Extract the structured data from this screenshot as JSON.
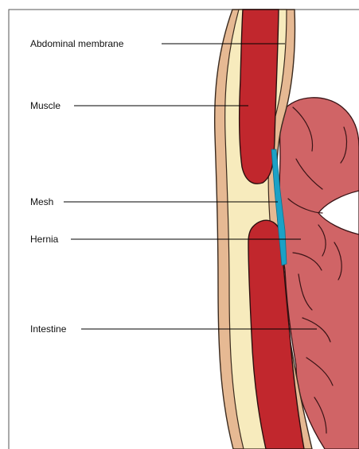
{
  "labels": {
    "abdominal_membrane": "Abdominal membrane",
    "muscle": "Muscle",
    "mesh": "Mesh",
    "hernia": "Hernia",
    "intestine": "Intestine"
  },
  "colors": {
    "frame": "#555555",
    "outer_skin": "#e6b993",
    "outer_skin_stroke": "#3a2a1e",
    "fat_layer": "#f7ebbd",
    "muscle": "#c1272d",
    "muscle_stroke": "#2b0f0f",
    "mesh": "#1ba1c6",
    "intestine": "#d06466",
    "intestine_stroke": "#3a1416",
    "leader_line": "#000000"
  }
}
